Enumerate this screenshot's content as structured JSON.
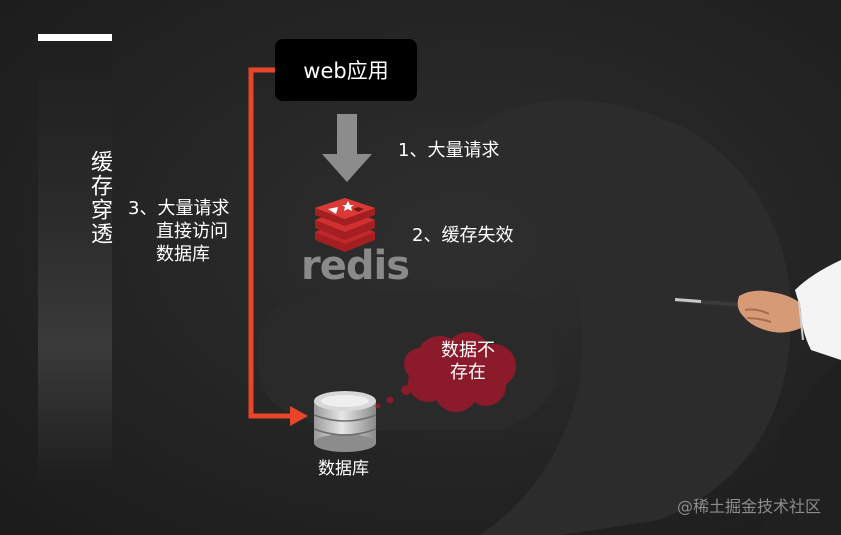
{
  "title": "缓存穿透",
  "web_app": "web应用",
  "step1": "1、大量请求",
  "step2": "2、缓存失效",
  "step3": {
    "line1": "3、大量请求",
    "line2": "直接访问",
    "line3": "数据库"
  },
  "redis_logo_text": "redis",
  "cloud": {
    "line1": "数据不",
    "line2": "存在"
  },
  "database_label": "数据库",
  "watermark": "@稀土掘金技术社区",
  "colors": {
    "arrow_orange": "#e8452a",
    "redis_red": "#c0282b",
    "cloud_red": "#8b1a2b",
    "gray_arrow": "#8c8c8c"
  }
}
